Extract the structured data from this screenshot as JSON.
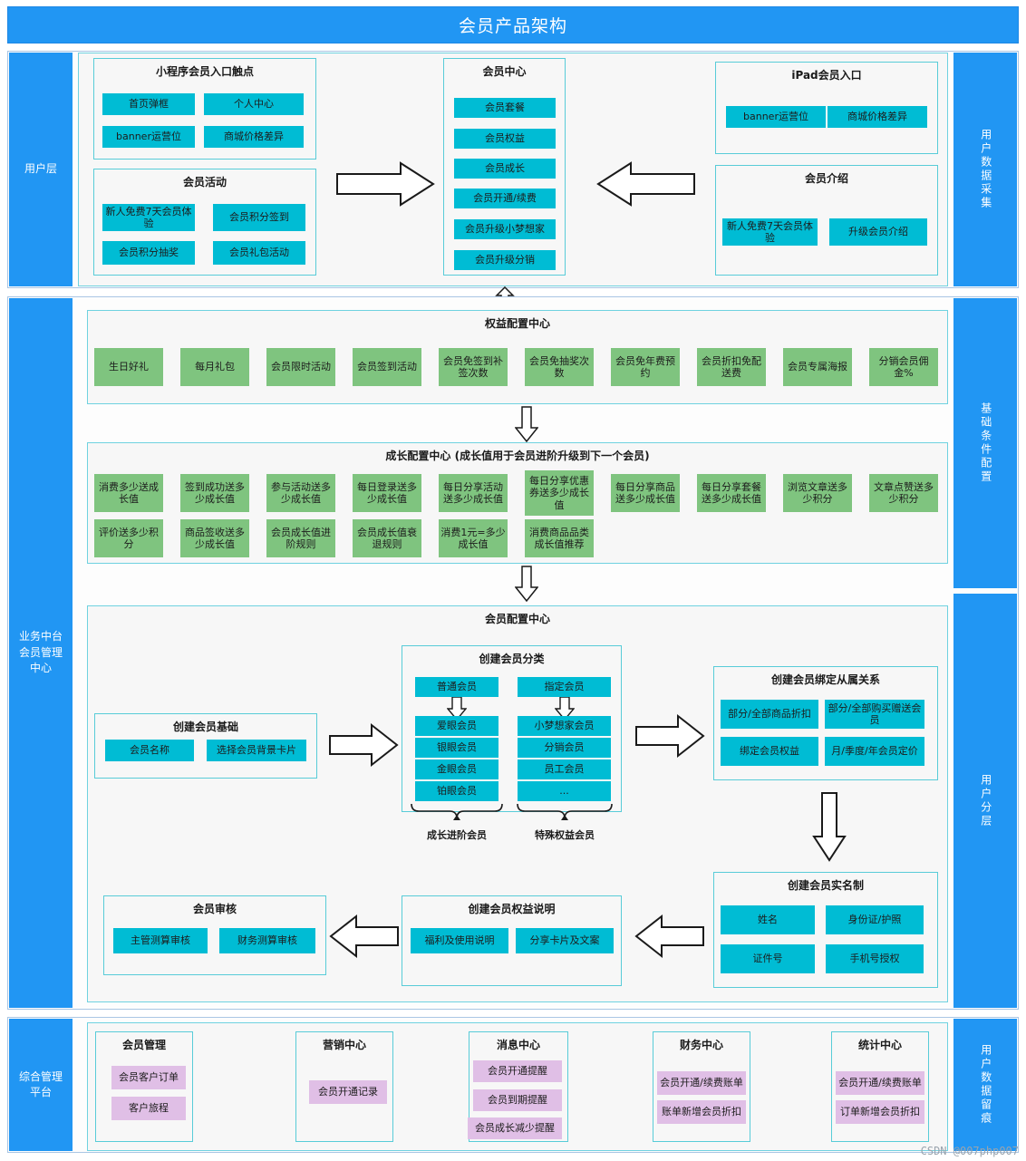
{
  "header": {
    "title": "会员产品架构"
  },
  "watermark": "CSDN @007php007",
  "left_rails": [
    {
      "label": "用户层"
    },
    {
      "label": "业务中台\n会员管理\n中心"
    },
    {
      "label": "综合管理\n平台"
    }
  ],
  "right_rails": [
    {
      "label": "用户数据采集"
    },
    {
      "label": "基础条件配置"
    },
    {
      "label": "用户分层"
    },
    {
      "label": "用户数据留痕"
    }
  ],
  "user_layer": {
    "mini_program_entry": {
      "title": "小程序会员入口触点",
      "chips": [
        "首页弹框",
        "个人中心",
        "banner运营位",
        "商城价格差异"
      ]
    },
    "member_activity": {
      "title": "会员活动",
      "chips": [
        "新人免费7天会员体验",
        "会员积分签到",
        "会员积分抽奖",
        "会员礼包活动"
      ]
    },
    "member_center": {
      "title": "会员中心",
      "chips": [
        "会员套餐",
        "会员权益",
        "会员成长",
        "会员开通/续费",
        "会员升级小梦想家",
        "会员升级分销"
      ]
    },
    "ipad_entry": {
      "title": "iPad会员入口",
      "chips": [
        "banner运营位",
        "商城价格差异"
      ]
    },
    "member_intro": {
      "title": "会员介绍",
      "chips": [
        "新人免费7天会员体验",
        "升级会员介绍"
      ]
    }
  },
  "benefit_center": {
    "title": "权益配置中心",
    "chips": [
      "生日好礼",
      "每月礼包",
      "会员限时活动",
      "会员签到活动",
      "会员免签到补签次数",
      "会员免抽奖次数",
      "会员免年费预约",
      "会员折扣免配送费",
      "会员专属海报",
      "分销会员佣金%"
    ]
  },
  "growth_center": {
    "title": "成长配置中心 (成长值用于会员进阶升级到下一个会员)",
    "row1": [
      "消费多少送成长值",
      "签到成功送多少成长值",
      "参与活动送多少成长值",
      "每日登录送多少成长值",
      "每日分享活动送多少成长值",
      "每日分享优惠券送多少成长值",
      "每日分享商品送多少成长值",
      "每日分享套餐送多少成长值",
      "浏览文章送多少积分",
      "文章点赞送多少积分"
    ],
    "row2": [
      "评价送多少积分",
      "商品签收送多少成长值",
      "会员成长值进阶规则",
      "会员成长值衰退规则",
      "消费1元=多少成长值",
      "消费商品品类成长值推荐"
    ]
  },
  "member_config": {
    "title": "会员配置中心",
    "basic": {
      "title": "创建会员基础",
      "chips": [
        "会员名称",
        "选择会员背景卡片"
      ]
    },
    "category": {
      "title": "创建会员分类",
      "left_head": "普通会员",
      "right_head": "指定会员",
      "left_items": [
        "爱眼会员",
        "银眼会员",
        "金眼会员",
        "铂眼会员"
      ],
      "right_items": [
        "小梦想家会员",
        "分销会员",
        "员工会员",
        "..."
      ],
      "left_brace_label": "成长进阶会员",
      "right_brace_label": "特殊权益会员"
    },
    "binding": {
      "title": "创建会员绑定从属关系",
      "chips": [
        "部分/全部商品折扣",
        "部分/全部购买赠送会员",
        "绑定会员权益",
        "月/季度/年会员定价"
      ]
    },
    "realname": {
      "title": "创建会员实名制",
      "chips": [
        "姓名",
        "身份证/护照",
        "证件号",
        "手机号授权"
      ]
    },
    "rights_desc": {
      "title": "创建会员权益说明",
      "chips": [
        "福利及使用说明",
        "分享卡片及文案"
      ]
    },
    "audit": {
      "title": "会员审核",
      "chips": [
        "主管测算审核",
        "财务测算审核"
      ]
    }
  },
  "admin_platform": [
    {
      "title": "会员管理",
      "chips": [
        "会员客户订单",
        "客户旅程"
      ]
    },
    {
      "title": "营销中心",
      "chips": [
        "会员开通记录"
      ]
    },
    {
      "title": "消息中心",
      "chips": [
        "会员开通提醒",
        "会员到期提醒",
        "会员成长减少提醒"
      ]
    },
    {
      "title": "财务中心",
      "chips": [
        "会员开通/续费账单",
        "账单新增会员折扣"
      ]
    },
    {
      "title": "统计中心",
      "chips": [
        "会员开通/续费账单",
        "订单新增会员折扣"
      ]
    }
  ],
  "colors": {
    "brand_blue": "#2196f3",
    "chip_cyan": "#00bcd4",
    "chip_green": "#7fc47f",
    "chip_lilac": "#e0bfe6",
    "border_cyan": "#58ccd8"
  }
}
